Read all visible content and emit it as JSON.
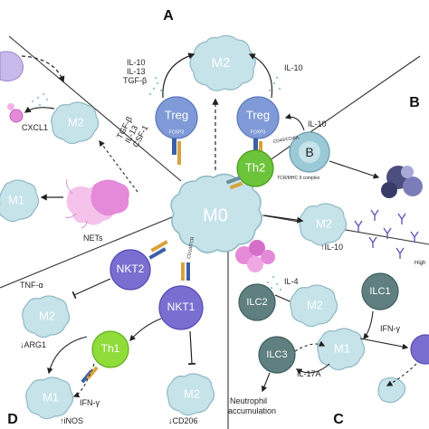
{
  "panels": {
    "a": "A",
    "b": "B",
    "c": "C",
    "d": "D"
  },
  "cells": {
    "m0": "M0",
    "m2_top": "M2",
    "treg": "Treg",
    "foxp3": "FOXP3",
    "m2_left": "M2",
    "m1_left": "M1",
    "th2": "Th2",
    "b_cell": "B",
    "cd40": "CD40/CD40L",
    "tcr_mhc": "TCR/MHC II complex",
    "m2_right": "M2",
    "nkt2": "NKT2",
    "nkt1": "NKT1",
    "th1": "Th1",
    "m2_d1": "M2",
    "m1_d": "M1",
    "m2_d2": "M2",
    "cd1d": "CD1d/TCR",
    "ilc2": "ILC2",
    "ilc1": "ILC1",
    "ilc3": "ILC3",
    "m2_c": "M2",
    "m1_c": "M1"
  },
  "labels": {
    "il10_il13_tgfb": [
      "IL-10",
      "IL-13",
      "TGF-β"
    ],
    "il10_top_right": "IL-10",
    "cxcl1": "CXCL1",
    "tgfb_il13_csf1": [
      "TGF-β",
      "IL-13",
      "CSF-1"
    ],
    "nets": "NETs",
    "il10_b": "IL-10",
    "il10_up": "IL-10",
    "tnfa": "TNF-α",
    "arg1": "ARG1",
    "ifng_d": "IFN-γ",
    "inos": "iNOS",
    "cd206": "CD206",
    "il4": "IL-4",
    "ifng_c": "IFN-γ",
    "il17a": "IL-17A",
    "neutrophil": [
      "Neutrophil",
      "accumulation"
    ],
    "high": "High"
  },
  "colors": {
    "macrophage": "#c6e3ea",
    "macrophage_stroke": "#8fb9c4",
    "treg": "#7f9ad6",
    "th2": "#6cc43a",
    "b_cell": "#9cc9d8",
    "nkt": "#7a6fd0",
    "th1": "#8fdc3a",
    "ilc": "#5f7f80",
    "neutrophil": "#e48ad8",
    "nets": "#f2b3e6"
  }
}
